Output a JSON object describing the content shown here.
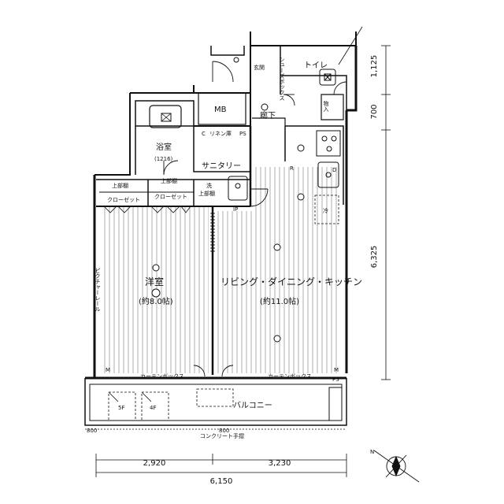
{
  "rooms": {
    "genkan": "玄関",
    "shoe_box": "シューズボックス",
    "toilet": "トイレ",
    "mb": "MB",
    "rouka": "廊下",
    "storage": "物入",
    "bath": "浴室",
    "bath_size": "(1216)",
    "linen": "リネン庫",
    "ps_top": "PS",
    "sanitary": "サニタリー",
    "washer": "洗",
    "upper_shelf_wash": "上部棚",
    "upper_shelf_1": "上部棚",
    "upper_shelf_2": "上部棚",
    "closet_1": "クローゼット",
    "closet_2": "クローゼット",
    "fridge": "冷",
    "western": "洋室",
    "western_size": "(約8.0帖)",
    "ldk": "リビング・ダイニング・キッチン",
    "ldk_size": "(約11.0帖)",
    "curtain_1": "カーテンボックス",
    "curtain_2": "カーテンボックス",
    "balcony": "バルコニー",
    "hatch_5f": "5F",
    "hatch_4f": "4F",
    "concrete": "コンクリート手摺",
    "ps_bottom": "PS",
    "m_left": "M",
    "m_right": "M",
    "c_mark": "C",
    "ip_mark": "IP",
    "r_mark": "R",
    "d_mark": "D",
    "picture_rail": "ピクチャーレール"
  },
  "dimensions": {
    "right_1": "1,125",
    "right_2": "700",
    "right_3": "6,325",
    "bottom_1": "2,920",
    "bottom_2": "3,230",
    "bottom_total": "6,150",
    "small_left": "800",
    "small_center": "800"
  },
  "compass": {
    "north": "N"
  }
}
